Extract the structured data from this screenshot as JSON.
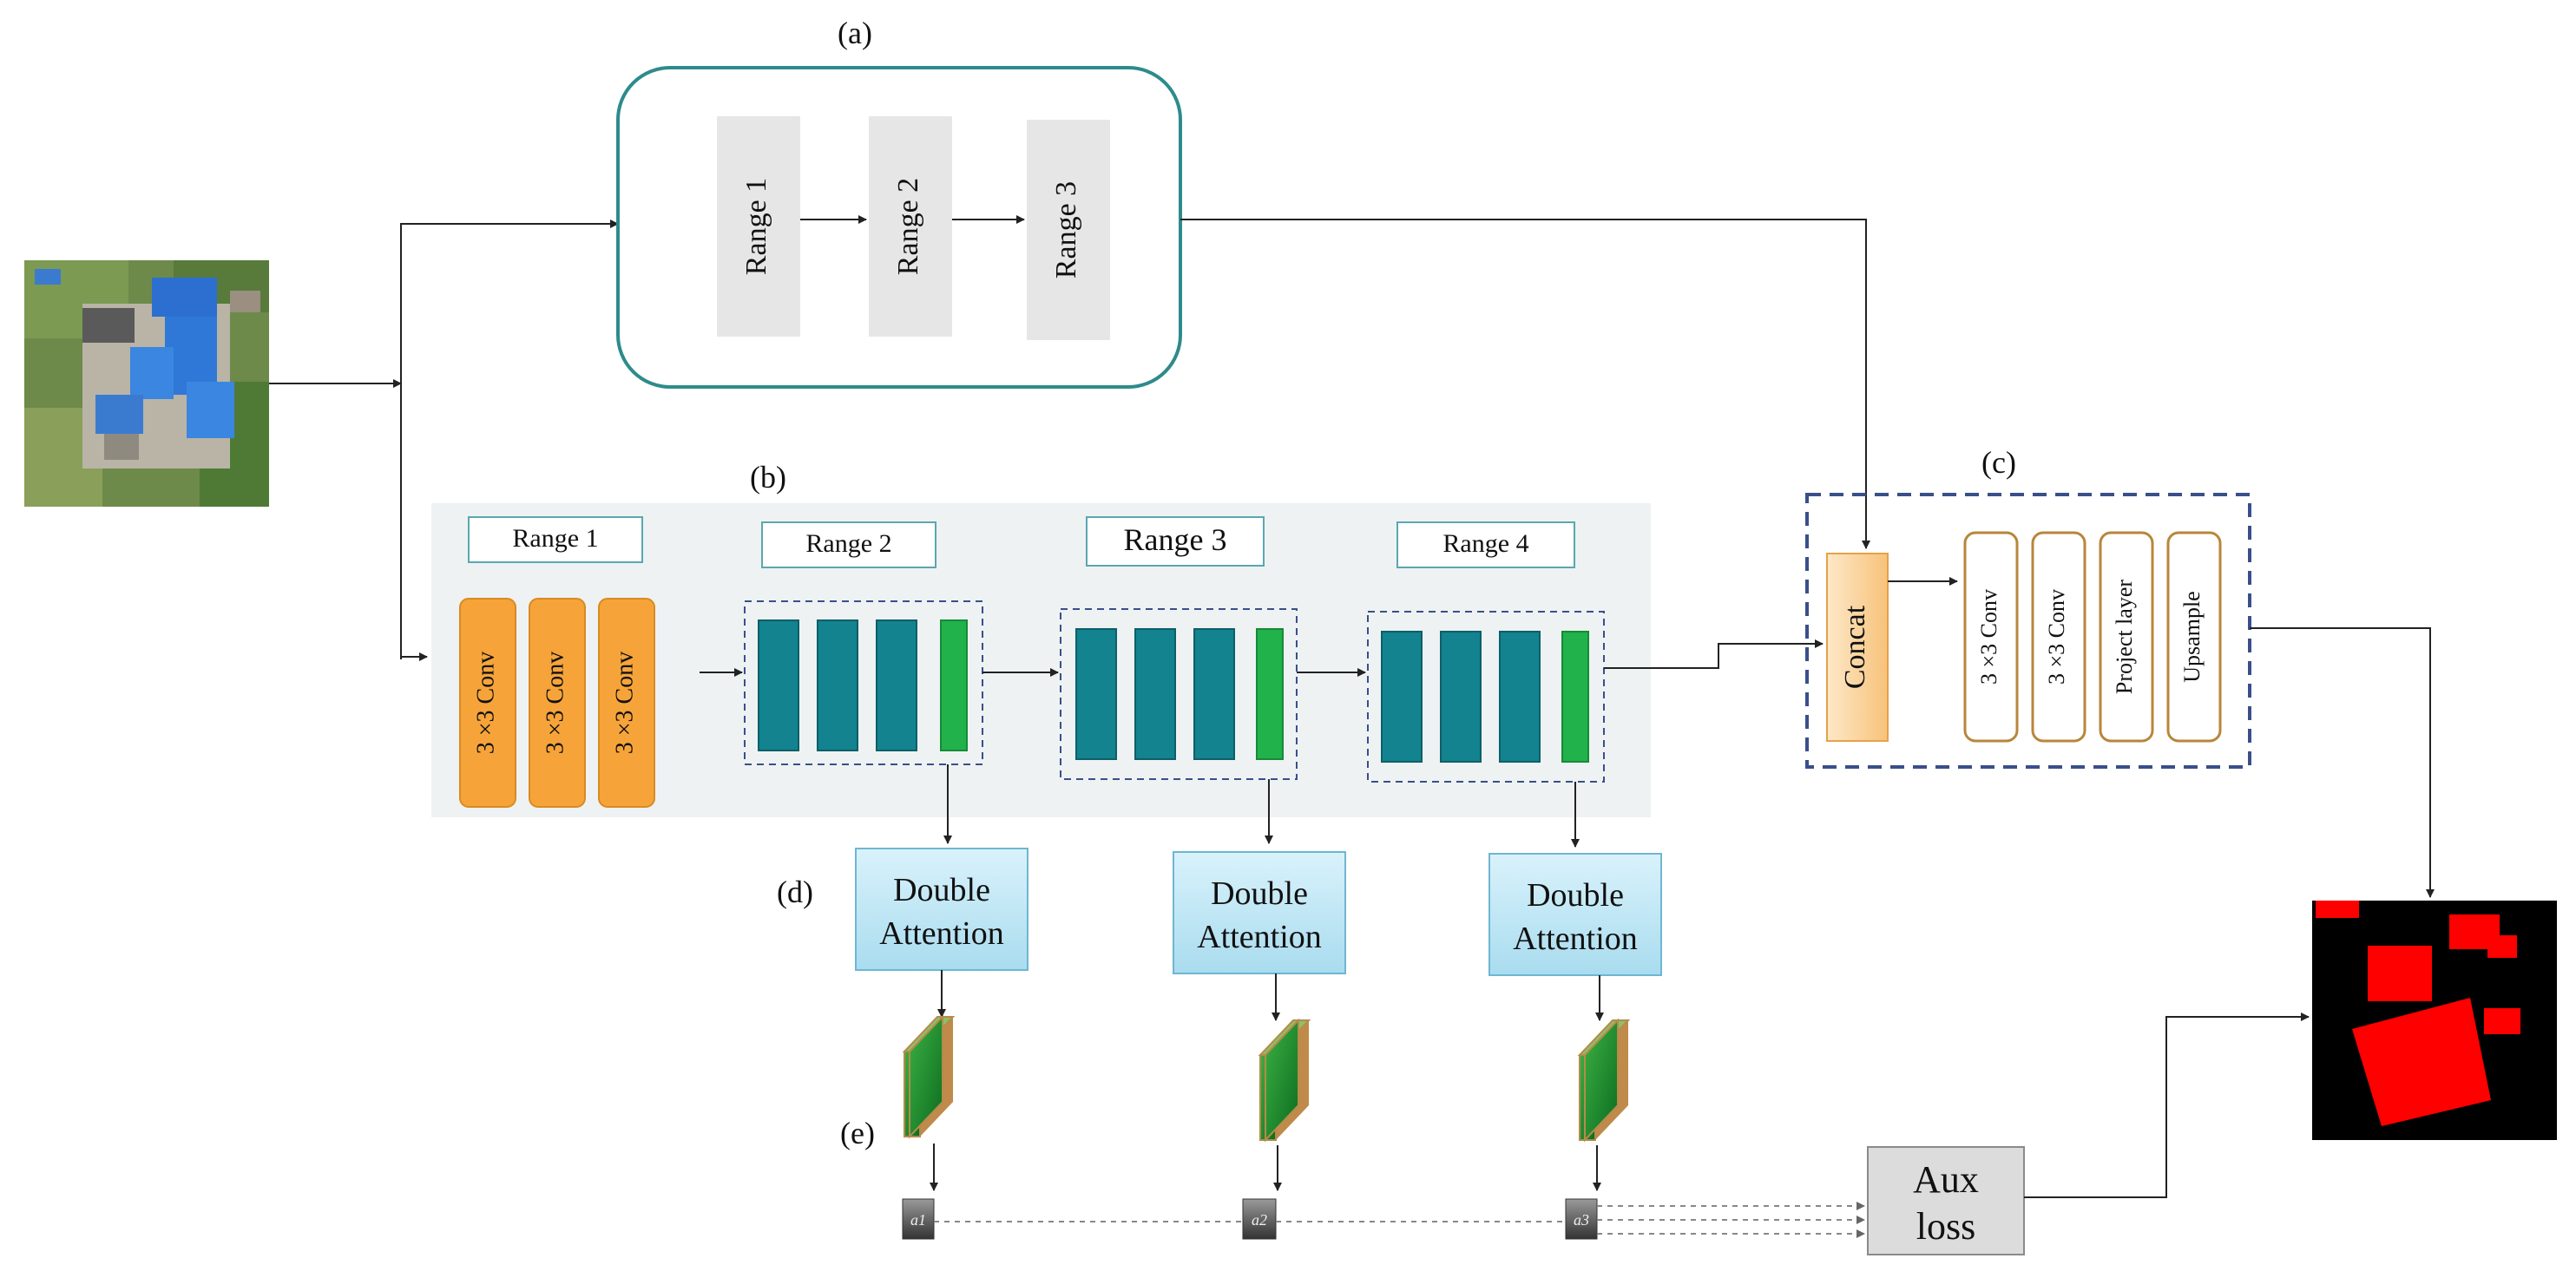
{
  "labels": {
    "a": "(a)",
    "b": "(b)",
    "c": "(c)",
    "d": "(d)",
    "e": "(e)"
  },
  "branch_a": {
    "ranges": [
      "Range 1",
      "Range 2",
      "Range 3"
    ]
  },
  "branch_b": {
    "stage_titles": [
      "Range 1",
      "Range 2",
      "Range 3",
      "Range 4"
    ],
    "conv_label": "3 ×3 Conv"
  },
  "branch_c": {
    "concat": "Concat",
    "layers": [
      "3 ×3 Conv",
      "3 ×3 Conv",
      "Project layer",
      "Upsample"
    ]
  },
  "attention": {
    "line1": "Double",
    "line2": "Attention"
  },
  "aux_outputs": [
    "a1",
    "a2",
    "a3"
  ],
  "aux_loss": {
    "line1": "Aux",
    "line2": "loss"
  },
  "colors": {
    "teal_frame": "#2e8b8b",
    "orange_conv": "#f6a43a",
    "teal_block": "#12838f",
    "green_block": "#21b24b",
    "concat_fill": "#fbd9a8",
    "layer_border": "#b8863b",
    "attention_fill": "#bfe7f5",
    "dashed_blue": "#3a4f8a",
    "mask_red": "#ff0000",
    "panel_bg": "#eef2f3"
  }
}
